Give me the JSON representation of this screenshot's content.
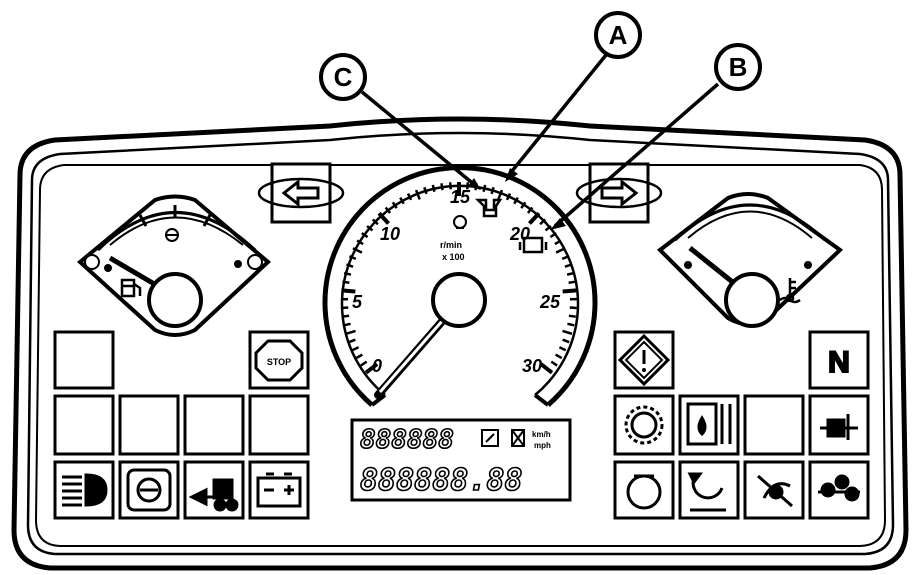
{
  "callouts": {
    "a": "A",
    "b": "B",
    "c": "C"
  },
  "tachometer": {
    "tick_labels": [
      "0",
      "5",
      "10",
      "15",
      "20",
      "25",
      "30"
    ],
    "unit_line1": "r/min",
    "unit_line2": "x 100"
  },
  "indicators": {
    "stop_label": "STOP",
    "neutral_label": "N"
  },
  "display": {
    "upper_digits": "888888",
    "lower_digits": "888888.88",
    "unit_top": "km/h",
    "unit_bottom": "mph"
  },
  "icons": [
    "fuel-pump-icon",
    "coolant-temperature-icon",
    "turn-left-icon",
    "turn-right-icon",
    "stop-icon",
    "warning-icon",
    "neutral-icon",
    "headlight-icon",
    "engine-oil-icon",
    "trailer-icon",
    "battery-icon",
    "glow-plug-icon",
    "hydraulic-oil-icon",
    "air-filter-icon",
    "transmission-oil-icon",
    "pto-icon",
    "parking-brake-icon",
    "fan-icon"
  ]
}
